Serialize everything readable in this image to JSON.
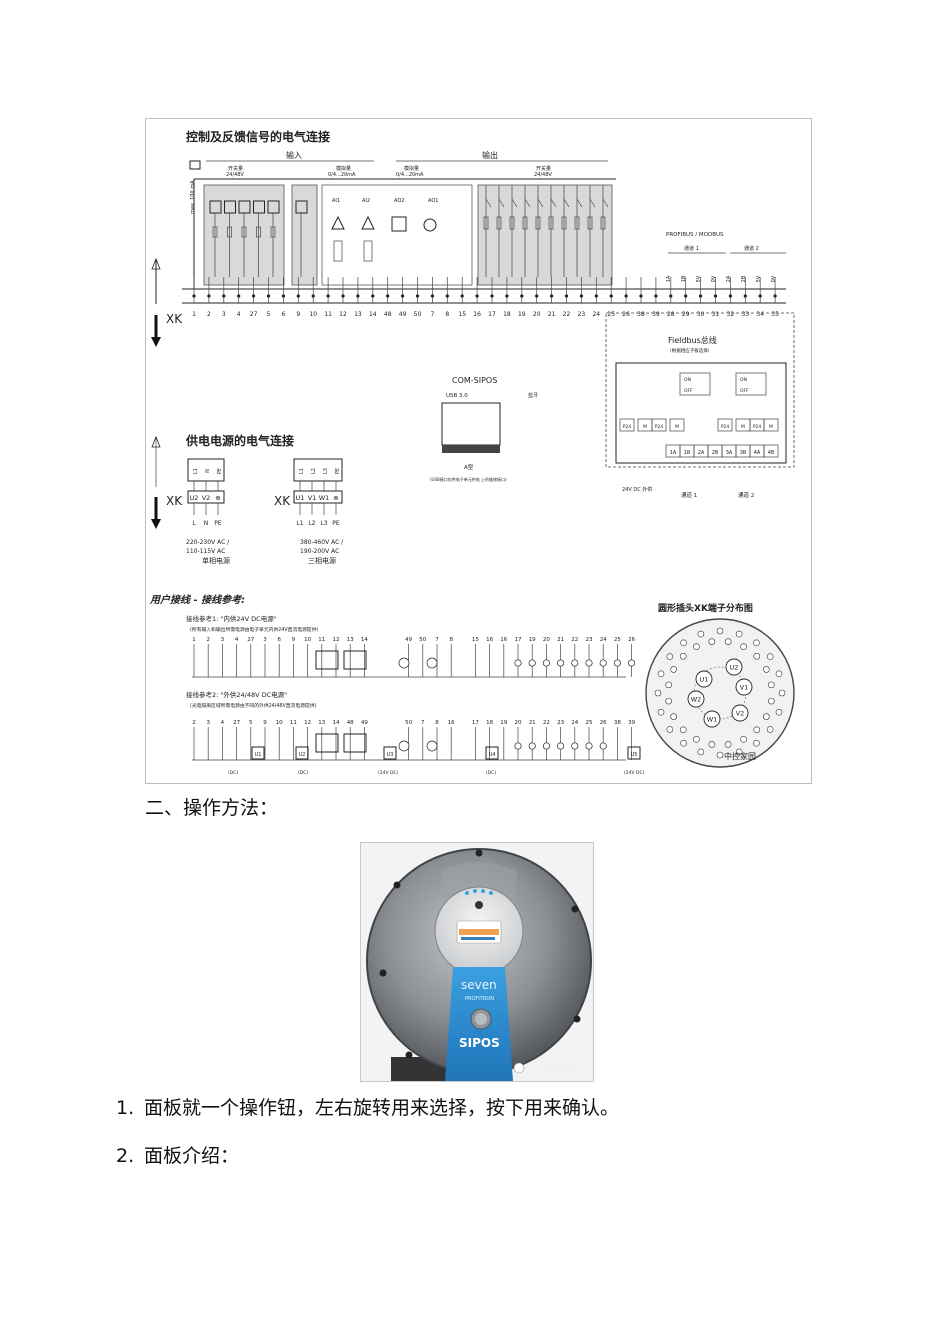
{
  "diagram": {
    "title_control": "控制及反馈信号的电气连接",
    "label_input": "输入",
    "label_output": "输出",
    "label_switch_in": "开关量",
    "label_volt_in": "24/48V",
    "label_analog_in": "模拟量",
    "label_analog_in_range": "0/4...20mA",
    "label_analog_out": "模拟量",
    "label_analog_out_range": "0/4...20mA",
    "label_switch_out": "开关量",
    "label_volt_out": "24/48V",
    "label_max": "max. 100 mA",
    "label_ai1": "AI1",
    "label_ai2": "AI2",
    "label_ao2": "AO2",
    "label_ao1": "AO1",
    "label_profibus": "PROFIBUS / MODBUS",
    "label_ch1": "通道 1",
    "label_ch2": "通道 2",
    "xk": "XK",
    "terminals_top": [
      "1",
      "2",
      "3",
      "4",
      "27",
      "5",
      "6",
      "9",
      "10",
      "11",
      "12",
      "13",
      "14",
      "48",
      "49",
      "50",
      "7",
      "8",
      "15",
      "16",
      "17",
      "18",
      "19",
      "20",
      "21",
      "22",
      "23",
      "24",
      "25",
      "26",
      "38",
      "39",
      "28",
      "29",
      "30",
      "31",
      "32",
      "33",
      "34",
      "35"
    ],
    "bus_codes": [
      "1A",
      "1B",
      "5V",
      "0V",
      "2A",
      "2B",
      "5V",
      "0V"
    ],
    "fieldbus": "Fieldbus总线",
    "fieldbus_sub": "(根据相应子板选择)",
    "fb_on": "ON",
    "fb_off": "OFF",
    "fb_p24": "P24",
    "fb_m": "M",
    "fb_codes": [
      "1A",
      "1B",
      "2A",
      "2B",
      "3A",
      "3B",
      "4A",
      "4B"
    ],
    "fb_24v": "24V DC 外供",
    "fb_ch1": "通道 1",
    "fb_ch2": "通道 2",
    "com_sipos": "COM-SIPOS",
    "usb": "USB 3.0",
    "bluetooth": "蓝牙",
    "a_type": "A型",
    "a_type_note": "(USB接口仅供电子单元供电 上的维修接口)",
    "title_power": "供电电源的电气连接",
    "pw1_terms": [
      "U2",
      "V2",
      "⊕"
    ],
    "pw1_bottom": [
      "L",
      "N",
      "PE"
    ],
    "pw1_top": [
      "L1",
      "N",
      "PE"
    ],
    "pw1_v1": "220-230V AC /",
    "pw1_v2": "110-115V AC",
    "pw1_v3": "单相电源",
    "pw2_terms": [
      "U1",
      "V1",
      "W1",
      "⊕"
    ],
    "pw2_bottom": [
      "L1",
      "L2",
      "L3",
      "PE"
    ],
    "pw2_top": [
      "L1",
      "L2",
      "L3",
      "PE"
    ],
    "pw2_v1": "380-460V AC /",
    "pw2_v2": "190-200V AC",
    "pw2_v3": "三相电源",
    "user_wiring": "用户接线 - 接线参考:",
    "ref1_title": "接线参考1: \"内供24V DC电源\"",
    "ref1_note": "(所有输入和输出所需电源由电子单元内供24V直流电源提供)",
    "ref1_terms": [
      "1",
      "2",
      "3",
      "4",
      "27",
      "3",
      "6",
      "9",
      "10",
      "11",
      "12",
      "13",
      "14",
      "49",
      "50",
      "7",
      "8",
      "15",
      "16",
      "16",
      "17",
      "19",
      "20",
      "21",
      "22",
      "23",
      "24",
      "25",
      "26"
    ],
    "ref2_title": "接线参考2: \"外供24/48V DC电源\"",
    "ref2_note": "(光电隔离区域所需电源由不同的外供24/48V直流电源提供)",
    "ref2_terms": [
      "2",
      "3",
      "4",
      "27",
      "5",
      "9",
      "10",
      "11",
      "12",
      "13",
      "14",
      "48",
      "49",
      "50",
      "7",
      "8",
      "16",
      "17",
      "18",
      "19",
      "20",
      "21",
      "22",
      "23",
      "24",
      "25",
      "26",
      "38",
      "39"
    ],
    "ref2_units": [
      "U1",
      "U2",
      "U3",
      "U4",
      "U5"
    ],
    "ref2_dc1": "(DC)",
    "ref2_dc2": "(DC)",
    "ref2_dc3": "(24V DC)",
    "ref2_dc4": "(DC)",
    "ref2_dc5": "(24V DC)",
    "round_title": "圆形插头XK端子分布图",
    "round_big": [
      "U1",
      "U2",
      "V1",
      "V2",
      "W1",
      "W2"
    ],
    "watermark": "中控家园"
  },
  "section_title": "二、操作方法：",
  "photo": {
    "brand_small": "seven",
    "brand_sub": "PROFITRON",
    "brand": "SIPOS",
    "watermark": "中控家园"
  },
  "items": [
    {
      "num": "1.",
      "text": "面板就一个操作钮，左右旋转用来选择，按下用来确认。"
    },
    {
      "num": "2.",
      "text": "面板介绍："
    }
  ]
}
